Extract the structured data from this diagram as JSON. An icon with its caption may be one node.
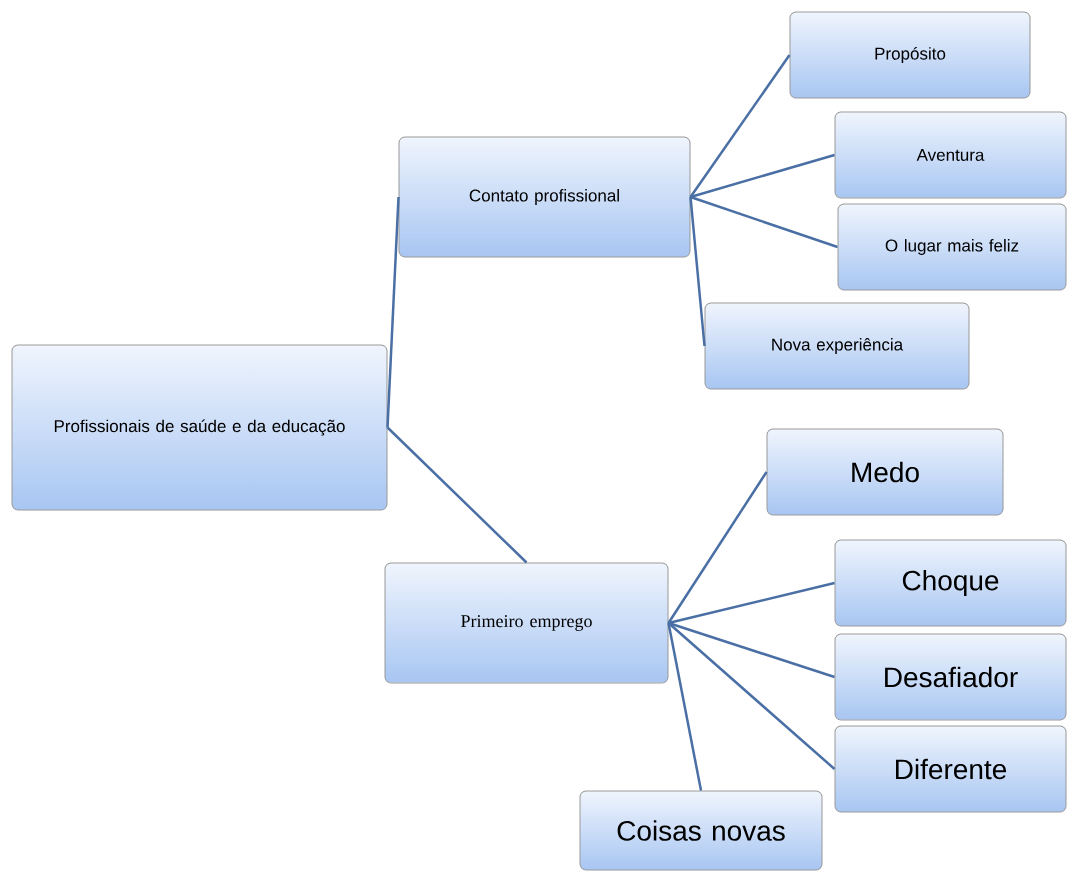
{
  "diagram": {
    "nodes": [
      {
        "text": [
          "Profissionais de saúde e da educação"
        ]
      },
      {
        "text": [
          "Contato profissional"
        ]
      },
      {
        "text": [
          "Propósito"
        ]
      },
      {
        "text": [
          "Aventura"
        ]
      },
      {
        "text": [
          "O lugar mais feliz"
        ]
      },
      {
        "text": [
          "Nova experiência"
        ]
      },
      {
        "text": [
          "Primeiro emprego"
        ]
      },
      {
        "text": [
          "Medo"
        ]
      },
      {
        "text": [
          "Choque"
        ]
      },
      {
        "text": [
          "Desafiador"
        ]
      },
      {
        "text": [
          "Diferente"
        ]
      },
      {
        "text": [
          "Coisas novas"
        ]
      }
    ],
    "edges": [
      {
        "from": 0,
        "to": 1,
        "arrow": "none"
      },
      {
        "from": 0,
        "to": 6,
        "arrow": "none"
      },
      {
        "from": 1,
        "to": 2,
        "arrow": "none"
      },
      {
        "from": 1,
        "to": 3,
        "arrow": "none"
      },
      {
        "from": 1,
        "to": 4,
        "arrow": "none"
      },
      {
        "from": 1,
        "to": 5,
        "arrow": "none"
      },
      {
        "from": 6,
        "to": 7,
        "arrow": "none"
      },
      {
        "from": 6,
        "to": 8,
        "arrow": "none"
      },
      {
        "from": 6,
        "to": 9,
        "arrow": "none"
      },
      {
        "from": 6,
        "to": 10,
        "arrow": "none"
      },
      {
        "from": 6,
        "to": 11,
        "arrow": "none"
      }
    ]
  }
}
